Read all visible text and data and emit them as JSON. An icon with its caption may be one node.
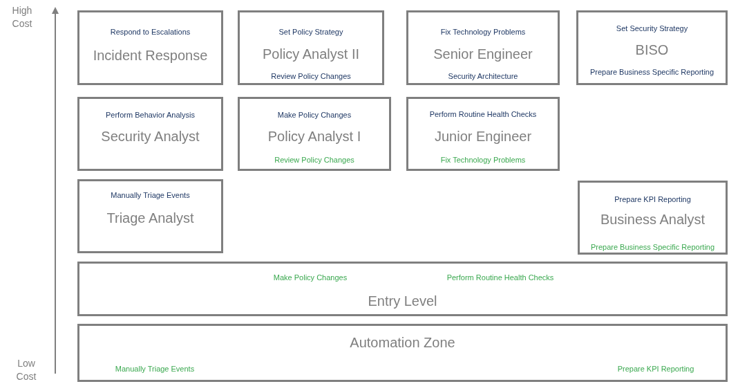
{
  "diagram": {
    "nodes": [
      {
        "text": [
          "Respond to Escalations",
          "Incident Response"
        ]
      },
      {
        "text": [
          "Set Policy Strategy",
          "Policy Analyst II",
          "Review Policy Changes"
        ]
      },
      {
        "text": [
          "Fix Technology Problems",
          "Senior Engineer",
          "Security Architecture"
        ]
      },
      {
        "text": [
          "Set Security Strategy",
          "BISO",
          "Prepare Business Specific Reporting"
        ]
      },
      {
        "text": [
          "Perform Behavior Analysis",
          "Security Analyst"
        ]
      },
      {
        "text": [
          "Make Policy Changes",
          "Policy Analyst I",
          "Review Policy Changes"
        ]
      },
      {
        "text": [
          "Perform Routine Health Checks",
          "Junior Engineer",
          "Fix Technology Problems"
        ]
      },
      {
        "text": [
          "Manually Triage Events",
          "Triage Analyst"
        ]
      },
      {
        "text": [
          "Prepare KPI Reporting",
          "Business Analyst",
          "Prepare Business Specific Reporting"
        ]
      },
      {
        "text": [
          "Make Policy Changes",
          "Perform Routine Health Checks",
          "Entry Level"
        ]
      },
      {
        "text": [
          "Automation Zone",
          "Manually Triage Events",
          "Prepare KPI Reporting"
        ]
      }
    ],
    "labels": [
      "High Cost",
      "Low Cost"
    ]
  }
}
